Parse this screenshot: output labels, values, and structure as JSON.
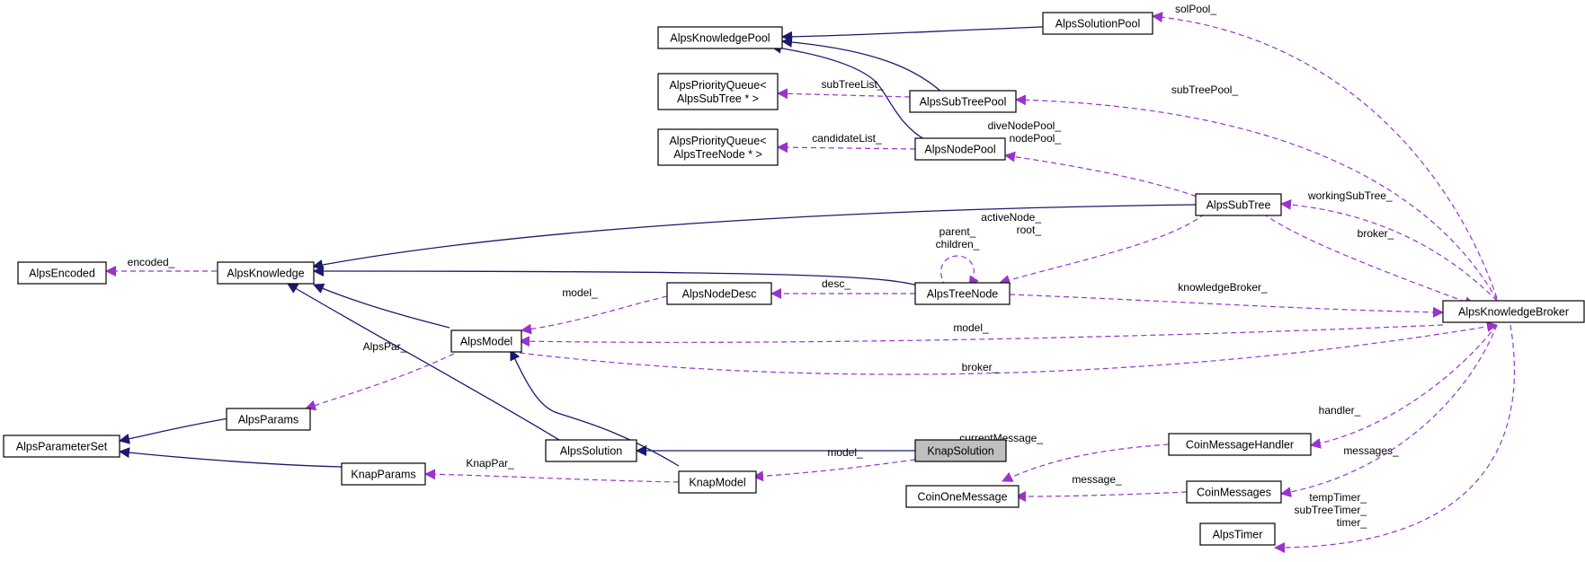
{
  "nodes": {
    "AlpsKnowledgePool": [
      "AlpsKnowledgePool"
    ],
    "AlpsSolutionPool": [
      "AlpsSolutionPool"
    ],
    "PQSubTree": [
      "AlpsPriorityQueue<",
      "AlpsSubTree * >"
    ],
    "AlpsSubTreePool": [
      "AlpsSubTreePool"
    ],
    "PQTreeNode": [
      "AlpsPriorityQueue<",
      "AlpsTreeNode * >"
    ],
    "AlpsNodePool": [
      "AlpsNodePool"
    ],
    "AlpsSubTree": [
      "AlpsSubTree"
    ],
    "AlpsEncoded": [
      "AlpsEncoded"
    ],
    "AlpsKnowledge": [
      "AlpsKnowledge"
    ],
    "AlpsNodeDesc": [
      "AlpsNodeDesc"
    ],
    "AlpsTreeNode": [
      "AlpsTreeNode"
    ],
    "AlpsKnowledgeBroker": [
      "AlpsKnowledgeBroker"
    ],
    "AlpsModel": [
      "AlpsModel"
    ],
    "AlpsParams": [
      "AlpsParams"
    ],
    "AlpsParameterSet": [
      "AlpsParameterSet"
    ],
    "AlpsSolution": [
      "AlpsSolution"
    ],
    "KnapSolution": [
      "KnapSolution"
    ],
    "CoinMessageHandler": [
      "CoinMessageHandler"
    ],
    "KnapParams": [
      "KnapParams"
    ],
    "KnapModel": [
      "KnapModel"
    ],
    "CoinOneMessage": [
      "CoinOneMessage"
    ],
    "CoinMessages": [
      "CoinMessages"
    ],
    "AlpsTimer": [
      "AlpsTimer"
    ]
  },
  "highlight_node": "KnapSolution",
  "edge_labels": {
    "solPool": [
      "solPool_"
    ],
    "subTreePool": [
      "subTreePool_"
    ],
    "subTreeList": [
      "subTreeList_"
    ],
    "candidateList": [
      "candidateList_"
    ],
    "diveNodePool": [
      "diveNodePool_",
      "nodePool_"
    ],
    "workingSubTree": [
      "workingSubTree_"
    ],
    "encoded": [
      "encoded_"
    ],
    "parentChildren": [
      "parent_",
      "children_"
    ],
    "activeNode": [
      "activeNode_",
      "root_"
    ],
    "brokerTop": [
      "broker_"
    ],
    "desc": [
      "desc_"
    ],
    "modelNodeDesc": [
      "model_"
    ],
    "knowledgeBroker": [
      "knowledgeBroker_"
    ],
    "modelBroker": [
      "model_"
    ],
    "alpsPar": [
      "AlpsPar_"
    ],
    "brokerBottom": [
      "broker_"
    ],
    "handler": [
      "handler_"
    ],
    "currentMessage": [
      "currentMessage_"
    ],
    "modelKnap": [
      "model_"
    ],
    "knapPar": [
      "KnapPar_"
    ],
    "messages": [
      "messages_"
    ],
    "message": [
      "message_"
    ],
    "timers": [
      "tempTimer_",
      "subTreeTimer_",
      "timer_"
    ]
  },
  "colors": {
    "inheritance": "#191970",
    "member": "#9a32cd",
    "highlight_fill": "#bfbfbf"
  }
}
